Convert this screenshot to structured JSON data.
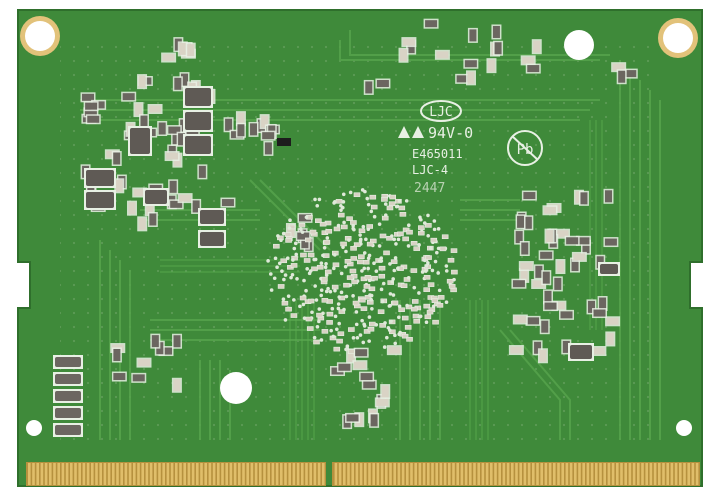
{
  "photo": {
    "subject": "PCB module",
    "colors": {
      "board": "#3f8a3a",
      "board_dark": "#2f6f2c",
      "trace": "#4f9c46",
      "silk": "#e8f0e4",
      "gold": "#c9a24a",
      "hole": "#ffffff",
      "ring": "#e2c27a",
      "pad": "#c8cfc8",
      "comp": "#6b6660"
    }
  },
  "markings": {
    "logo": "LJC",
    "rating": "94V-0",
    "code": "E465011",
    "model": "LJC-4",
    "date": "2447",
    "pb_symbol": "Pb"
  }
}
